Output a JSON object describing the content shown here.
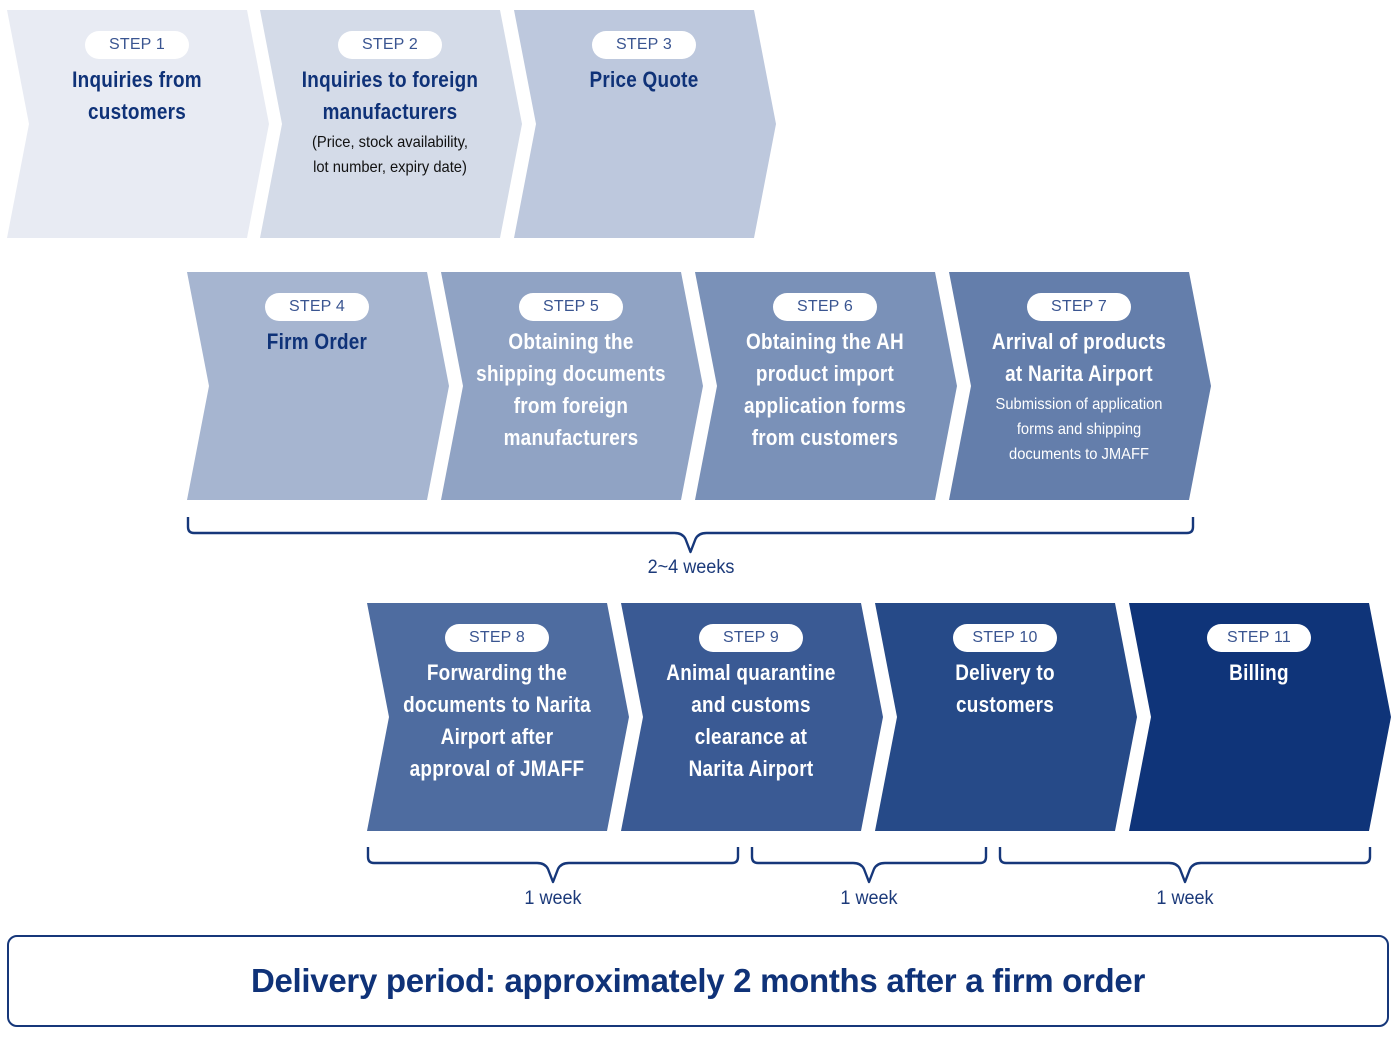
{
  "diagram": {
    "steps": [
      {
        "step": "STEP 1",
        "title": "Inquiries from\ncustomers",
        "subtitle": "",
        "fill": "#e8ebf3",
        "text_style": "dark"
      },
      {
        "step": "STEP 2",
        "title": "Inquiries to foreign\nmanufacturers",
        "subtitle": "(Price, stock availability,\nlot number, expiry date)",
        "fill": "#d4dbe8",
        "text_style": "dark"
      },
      {
        "step": "STEP 3",
        "title": "Price Quote",
        "subtitle": "",
        "fill": "#bdc8dd",
        "text_style": "dark"
      },
      {
        "step": "STEP 4",
        "title": "Firm Order",
        "subtitle": "",
        "fill": "#a6b5d0",
        "text_style": "dark"
      },
      {
        "step": "STEP 5",
        "title": "Obtaining the\nshipping documents\nfrom foreign\nmanufacturers",
        "subtitle": "",
        "fill": "#90a3c4",
        "text_style": "light"
      },
      {
        "step": "STEP 6",
        "title": "Obtaining the AH\nproduct import\napplication forms\nfrom customers",
        "subtitle": "",
        "fill": "#7a91b8",
        "text_style": "light"
      },
      {
        "step": "STEP 7",
        "title": "Arrival of products\nat Narita Airport",
        "subtitle": "Submission of application\nforms and shipping\ndocuments to JMAFF",
        "fill": "#647eab",
        "text_style": "light"
      },
      {
        "step": "STEP 8",
        "title": "Forwarding the\ndocuments to Narita\nAirport after\napproval of JMAFF",
        "subtitle": "",
        "fill": "#4e6ca0",
        "text_style": "light"
      },
      {
        "step": "STEP 9",
        "title": "Animal quarantine\nand customs\nclearance at\nNarita Airport",
        "subtitle": "",
        "fill": "#3a5a94",
        "text_style": "light"
      },
      {
        "step": "STEP 10",
        "title": "Delivery to\ncustomers",
        "subtitle": "",
        "fill": "#264a88",
        "text_style": "light"
      },
      {
        "step": "STEP 11",
        "title": "Billing",
        "subtitle": "",
        "fill": "#0f3479",
        "text_style": "light"
      }
    ],
    "durations": [
      {
        "label": "2~4 weeks",
        "spans_steps": [
          "STEP 4",
          "STEP 7"
        ]
      },
      {
        "label": "1 week",
        "spans_steps": [
          "STEP 8",
          "STEP 9"
        ]
      },
      {
        "label": "1 week",
        "spans_steps": [
          "STEP 9",
          "STEP 10"
        ]
      },
      {
        "label": "1 week",
        "spans_steps": [
          "STEP 10",
          "STEP 11"
        ]
      }
    ],
    "summary": "Delivery period: approximately 2 months after a firm order",
    "colors": {
      "pill_text": "#3a5591",
      "dark_title": "#0f3278",
      "brace": "#16377a"
    }
  }
}
